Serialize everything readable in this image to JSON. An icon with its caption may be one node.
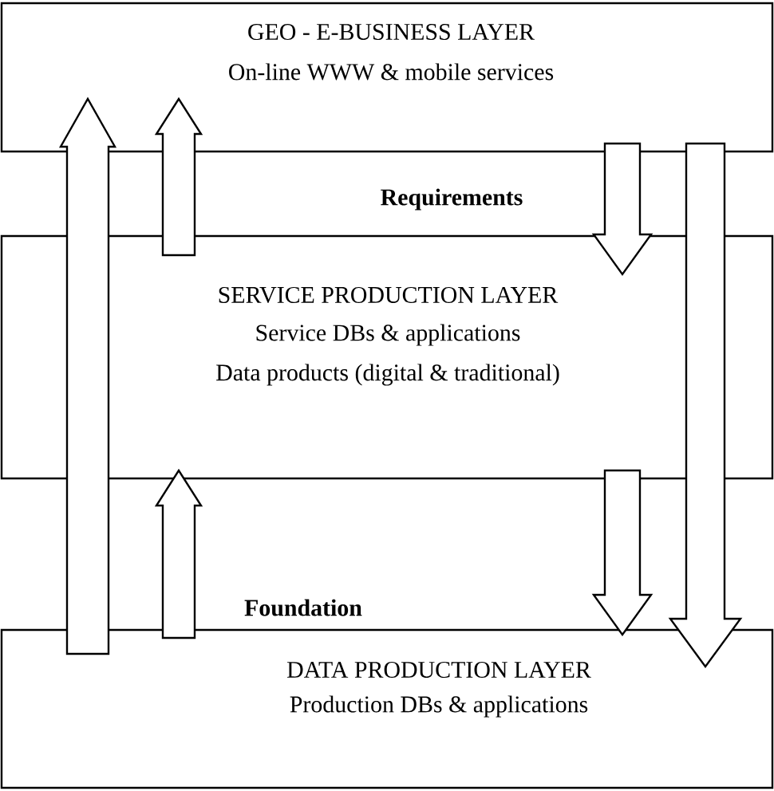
{
  "diagram": {
    "nodes": [
      {
        "text": [
          "GEO - E-BUSINESS LAYER",
          "On-line WWW & mobile services"
        ]
      },
      {
        "text": [
          "SERVICE PRODUCTION LAYER",
          "Service DBs & applications",
          "Data products (digital & traditional)"
        ]
      },
      {
        "text": [
          "DATA PRODUCTION LAYER",
          "Production DBs & applications"
        ]
      }
    ],
    "edges": [
      {
        "from": 2,
        "to": 0,
        "arrow": "to"
      },
      {
        "from": 1,
        "to": 0,
        "arrow": "to"
      },
      {
        "from": 0,
        "to": 1,
        "arrow": "to"
      },
      {
        "from": 0,
        "to": 2,
        "arrow": "to"
      },
      {
        "from": 2,
        "to": 1,
        "arrow": "to"
      },
      {
        "from": 1,
        "to": 2,
        "arrow": "to"
      }
    ],
    "labels": [
      "Requirements",
      "Foundation"
    ]
  }
}
